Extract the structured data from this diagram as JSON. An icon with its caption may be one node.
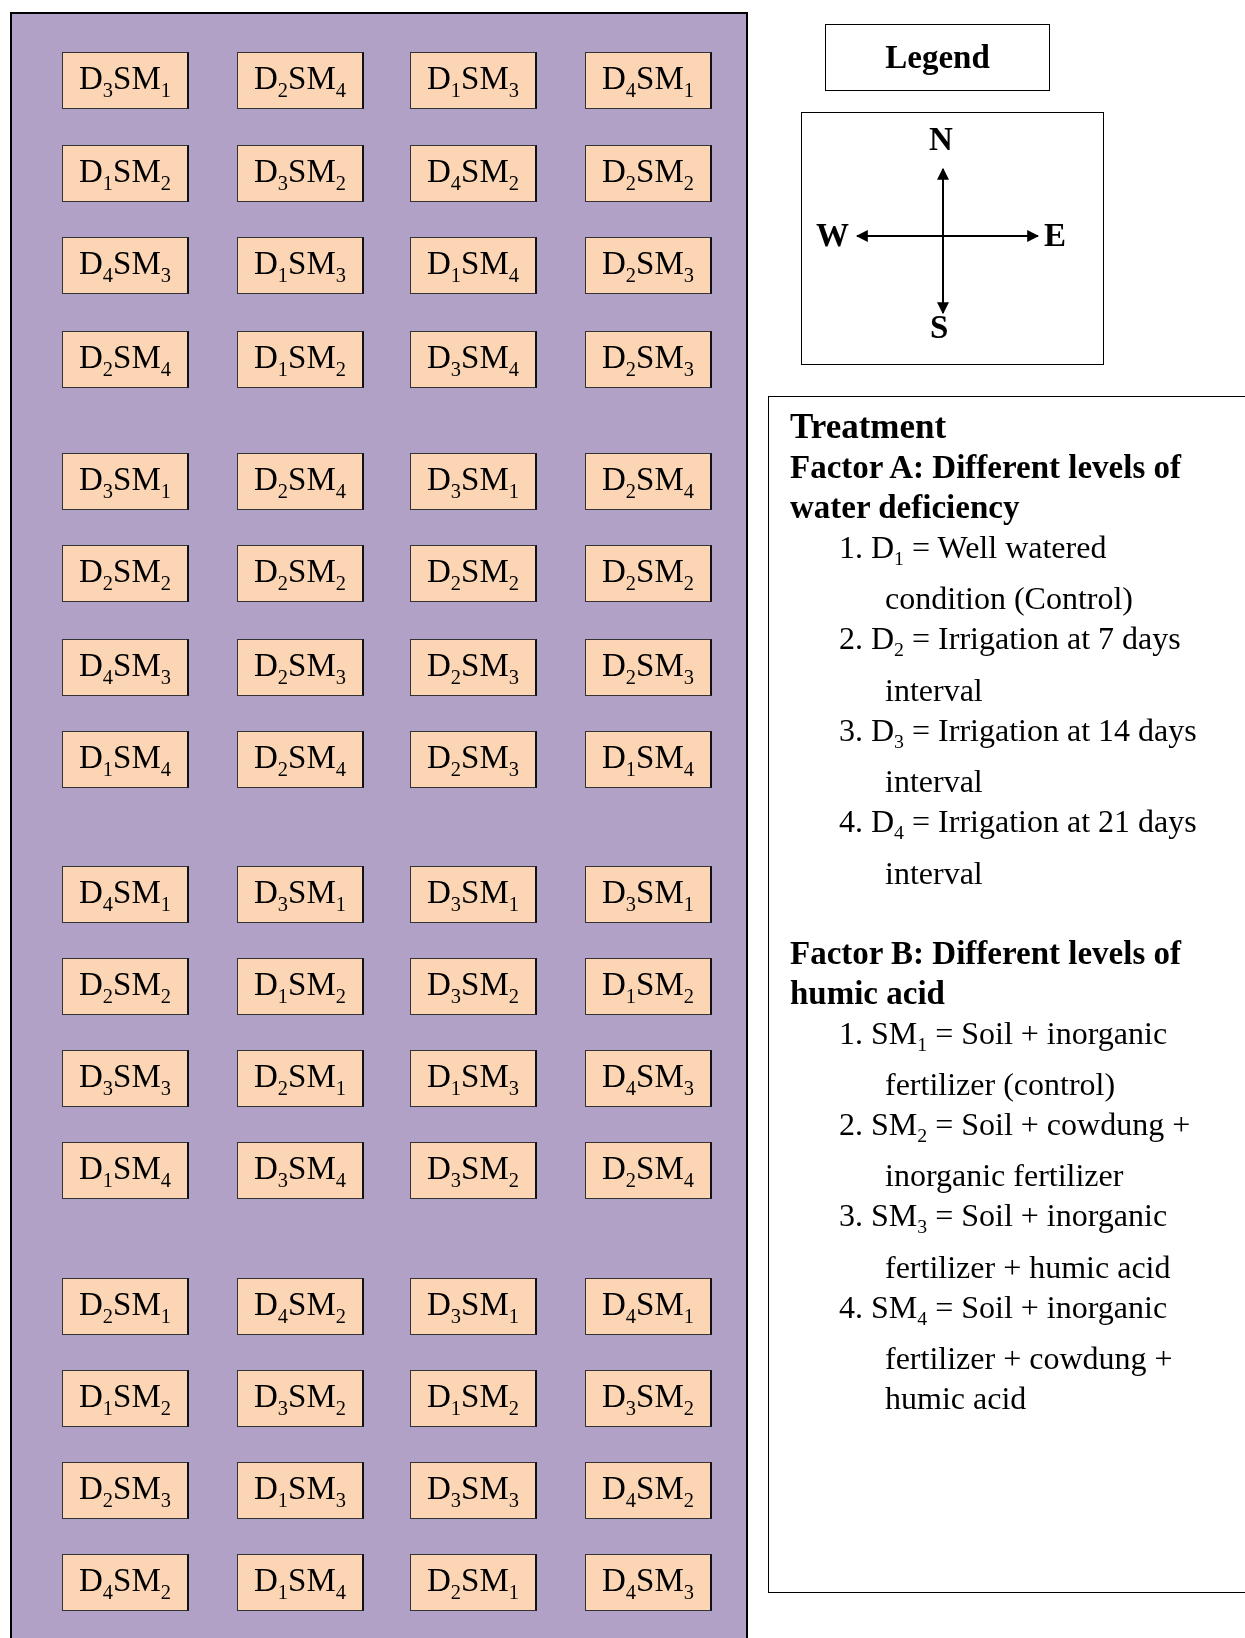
{
  "diagram": {
    "nodes": [
      {
        "text": [],
        "shape": "box"
      },
      {
        "text": [
          "D$_{3}$SM$_{1}$"
        ],
        "in": 0
      },
      {
        "text": [
          "D$_{2}$SM$_{4}$"
        ],
        "in": 0
      },
      {
        "text": [
          "D$_{1}$SM$_{3}$"
        ],
        "in": 0
      },
      {
        "text": [
          "D$_{4}$SM$_{1}$"
        ],
        "in": 0
      },
      {
        "text": [
          "D$_{1}$SM$_{2}$"
        ],
        "in": 0
      },
      {
        "text": [
          "D$_{3}$SM$_{2}$"
        ],
        "in": 0
      },
      {
        "text": [
          "D$_{4}$SM$_{2}$"
        ],
        "in": 0
      },
      {
        "text": [
          "D$_{2}$SM$_{2}$"
        ],
        "in": 0
      },
      {
        "text": [
          "D$_{4}$SM$_{3}$"
        ],
        "in": 0
      },
      {
        "text": [
          "D$_{1}$SM$_{3}$"
        ],
        "in": 0
      },
      {
        "text": [
          "D$_{1}$SM$_{4}$"
        ],
        "in": 0
      },
      {
        "text": [
          "D$_{2}$SM$_{3}$"
        ],
        "in": 0
      },
      {
        "text": [
          "D$_{2}$SM$_{4}$"
        ],
        "in": 0
      },
      {
        "text": [
          "D$_{1}$SM$_{2}$"
        ],
        "in": 0
      },
      {
        "text": [
          "D$_{3}$SM$_{4}$"
        ],
        "in": 0
      },
      {
        "text": [
          "D$_{2}$SM$_{3}$"
        ],
        "in": 0
      },
      {
        "text": [
          "D$_{3}$SM$_{1}$"
        ],
        "in": 0
      },
      {
        "text": [
          "D$_{2}$SM$_{4}$"
        ],
        "in": 0
      },
      {
        "text": [
          "D$_{3}$SM$_{1}$"
        ],
        "in": 0
      },
      {
        "text": [
          "D$_{2}$SM$_{4}$"
        ],
        "in": 0
      },
      {
        "text": [
          "D$_{2}$SM$_{2}$"
        ],
        "in": 0
      },
      {
        "text": [
          "D$_{2}$SM$_{2}$"
        ],
        "in": 0
      },
      {
        "text": [
          "D$_{2}$SM$_{2}$"
        ],
        "in": 0
      },
      {
        "text": [
          "D$_{2}$SM$_{2}$"
        ],
        "in": 0
      },
      {
        "text": [
          "D$_{4}$SM$_{3}$"
        ],
        "in": 0
      },
      {
        "text": [
          "D$_{2}$SM$_{3}$"
        ],
        "in": 0
      },
      {
        "text": [
          "D$_{2}$SM$_{3}$"
        ],
        "in": 0
      },
      {
        "text": [
          "D$_{2}$SM$_{3}$"
        ],
        "in": 0
      },
      {
        "text": [
          "D$_{1}$SM$_{4}$"
        ],
        "in": 0
      },
      {
        "text": [
          "D$_{2}$SM$_{4}$"
        ],
        "in": 0
      },
      {
        "text": [
          "D$_{2}$SM$_{3}$"
        ],
        "in": 0
      },
      {
        "text": [
          "D$_{1}$SM$_{4}$"
        ],
        "in": 0
      },
      {
        "text": [
          "D$_{4}$SM$_{1}$"
        ],
        "in": 0
      },
      {
        "text": [
          "D$_{3}$SM$_{1}$"
        ],
        "in": 0
      },
      {
        "text": [
          "D$_{3}$SM$_{1}$"
        ],
        "in": 0
      },
      {
        "text": [
          "D$_{3}$SM$_{1}$"
        ],
        "in": 0
      },
      {
        "text": [
          "D$_{2}$SM$_{2}$"
        ],
        "in": 0
      },
      {
        "text": [
          "D$_{1}$SM$_{2}$"
        ],
        "in": 0
      },
      {
        "text": [
          "D$_{3}$SM$_{2}$"
        ],
        "in": 0
      },
      {
        "text": [
          "D$_{1}$SM$_{2}$"
        ],
        "in": 0
      },
      {
        "text": [
          "D$_{3}$SM$_{3}$"
        ],
        "in": 0
      },
      {
        "text": [
          "D$_{2}$SM$_{1}$"
        ],
        "in": 0
      },
      {
        "text": [
          "D$_{1}$SM$_{3}$"
        ],
        "in": 0
      },
      {
        "text": [
          "D$_{4}$SM$_{3}$"
        ],
        "in": 0
      },
      {
        "text": [
          "D$_{1}$SM$_{4}$"
        ],
        "in": 0
      },
      {
        "text": [
          "D$_{3}$SM$_{4}$"
        ],
        "in": 0
      },
      {
        "text": [
          "D$_{3}$SM$_{2}$"
        ],
        "in": 0
      },
      {
        "text": [
          "D$_{2}$SM$_{4}$"
        ],
        "in": 0
      },
      {
        "text": [
          "D$_{2}$SM$_{1}$"
        ],
        "in": 0
      },
      {
        "text": [
          "D$_{4}$SM$_{2}$"
        ],
        "in": 0
      },
      {
        "text": [
          "D$_{3}$SM$_{1}$"
        ],
        "in": 0
      },
      {
        "text": [
          "D$_{4}$SM$_{1}$"
        ],
        "in": 0
      },
      {
        "text": [
          "D$_{1}$SM$_{2}$"
        ],
        "in": 0
      },
      {
        "text": [
          "D$_{3}$SM$_{2}$"
        ],
        "in": 0
      },
      {
        "text": [
          "D$_{1}$SM$_{2}$"
        ],
        "in": 0
      },
      {
        "text": [
          "D$_{3}$SM$_{2}$"
        ],
        "in": 0
      },
      {
        "text": [
          "D$_{2}$SM$_{3}$"
        ],
        "in": 0
      },
      {
        "text": [
          "D$_{1}$SM$_{3}$"
        ],
        "in": 0
      },
      {
        "text": [
          "D$_{3}$SM$_{3}$"
        ],
        "in": 0
      },
      {
        "text": [
          "D$_{4}$SM$_{2}$"
        ],
        "in": 0
      },
      {
        "text": [
          "D$_{4}$SM$_{2}$"
        ],
        "in": 0
      },
      {
        "text": [
          "D$_{1}$SM$_{4}$"
        ],
        "in": 0
      },
      {
        "text": [
          "D$_{2}$SM$_{1}$"
        ],
        "in": 0
      },
      {
        "text": [
          "D$_{4}$SM$_{3}$"
        ],
        "in": 0
      },
      {
        "text": [
          "Legend"
        ]
      },
      {
        "text": [
          "N",
          "W",
          "E",
          "S"
        ]
      },
      {
        "text": [
          "Treatment",
          "Factor A: Different levels of water deficiency",
          "1. D$_{1}$ = Well watered condition (Control)",
          "2. D$_{2}$ = Irrigation at 7 days interval",
          "3. D$_{3}$ = Irrigation at 14 days interval",
          "4. D$_{4}$ = Irrigation at 21 days interval",
          "Factor B: Different levels of humic acid",
          "1. SM$_{1}$ = Soil + inorganic fertilizer (control)",
          "2. SM$_{2}$ = Soil + cowdung + inorganic fertilizer",
          "3. SM$_{3}$ = Soil + inorganic fertilizer + humic acid",
          "4. SM$_{4}$ = Soil + inorganic fertilizer + cowdung + humic acid"
        ]
      }
    ]
  }
}
